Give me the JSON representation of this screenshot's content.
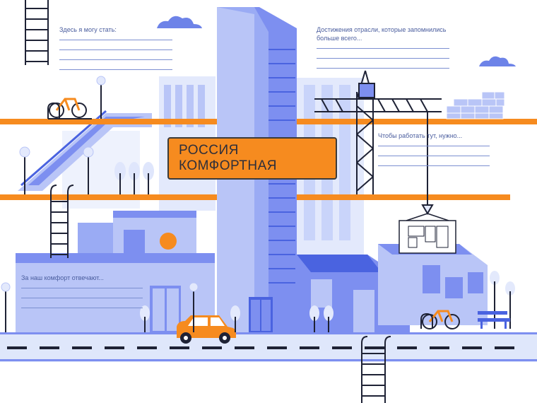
{
  "sign": {
    "line1": "РОССИЯ",
    "line2": "КОМФОРТНАЯ"
  },
  "notes": {
    "become": "Здесь я могу стать:",
    "achievements_line1": "Достижения отрасли, которые запомнились",
    "achievements_line2": "больше всего...",
    "work": "Чтобы работать тут, нужно...",
    "comfort": "За наш комфорт отвечают..."
  },
  "colors": {
    "blue_dark": "#4a63e0",
    "blue_mid": "#7d8ff0",
    "blue_light": "#b9c5f7",
    "blue_pale": "#e3e9fc",
    "orange": "#f68b1f",
    "road": "#dfe7fb",
    "ink": "#1e2235"
  }
}
